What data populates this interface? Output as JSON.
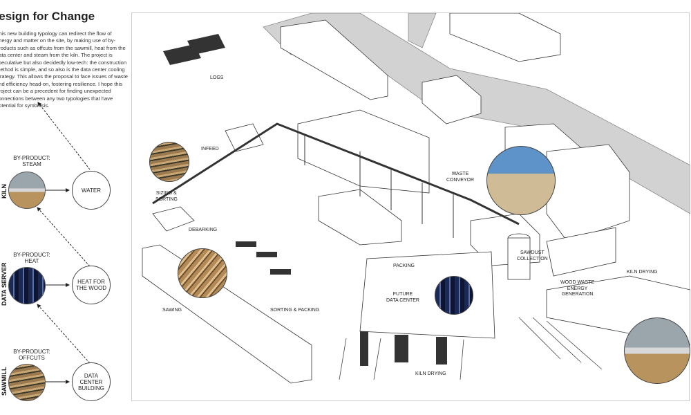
{
  "header": {
    "title": "Design for Change",
    "intro": "This new building typology can redirect the flow of energy and matter on the site, by making use of by-products such as offcuts from the sawmill, heat from the data center and steam from the kiln. The project is speculative but also decidedly low-tech: the construction method is simple, and so also is the data center cooling strategy. This allows the proposal to face issues of waste and efficiency head-on, fostering resilience. I hope this project can be a precedent for finding unexpected connections between any two typologies that have potential for symbiosis."
  },
  "flow": [
    {
      "source": "KILN",
      "caption": "BY-PRODUCT:\nSTEAM",
      "target": "WATER"
    },
    {
      "source": "DATA SERVER",
      "caption": "BY-PRODUCT:\nHEAT",
      "target": "HEAT FOR THE WOOD"
    },
    {
      "source": "SAWMILL",
      "caption": "BY-PRODUCT:\nOFFCUTS",
      "target": "DATA CENTER BUILDING"
    }
  ],
  "site_labels": {
    "logs": "LOGS",
    "infeed": "INFEED",
    "sizing": "SIZING &\nSORTING",
    "debarking": "DEBARKING",
    "sawing": "SAWING",
    "sorting_packing": "SORTING & PACKING",
    "packing": "PACKING",
    "future_dc": "FUTURE\nDATA CENTER",
    "kiln_drying_1": "KILN DRYING",
    "waste_conveyor": "WASTE\nCONVEYOR",
    "sawdust": "SAWDUST\nCOLLECTION",
    "wood_waste": "WOOD WASTE\nENERGY\nGENERATION",
    "kiln_drying_2": "KILN DRYING"
  }
}
